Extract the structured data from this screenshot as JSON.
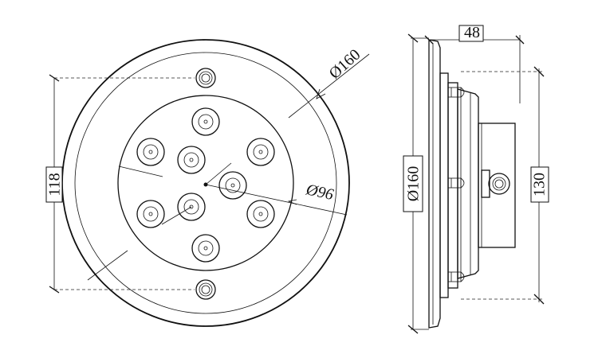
{
  "drawing": {
    "front_view": {
      "outer_diameter_label": "Ø160",
      "inner_diameter_label": "Ø96",
      "mount_hole_spacing_label": "118",
      "led_count": 9
    },
    "side_view": {
      "depth_label": "48",
      "flange_diameter_label": "Ø160",
      "body_height_label": "130"
    },
    "colors": {
      "line": "#111111",
      "background": "#ffffff"
    }
  }
}
